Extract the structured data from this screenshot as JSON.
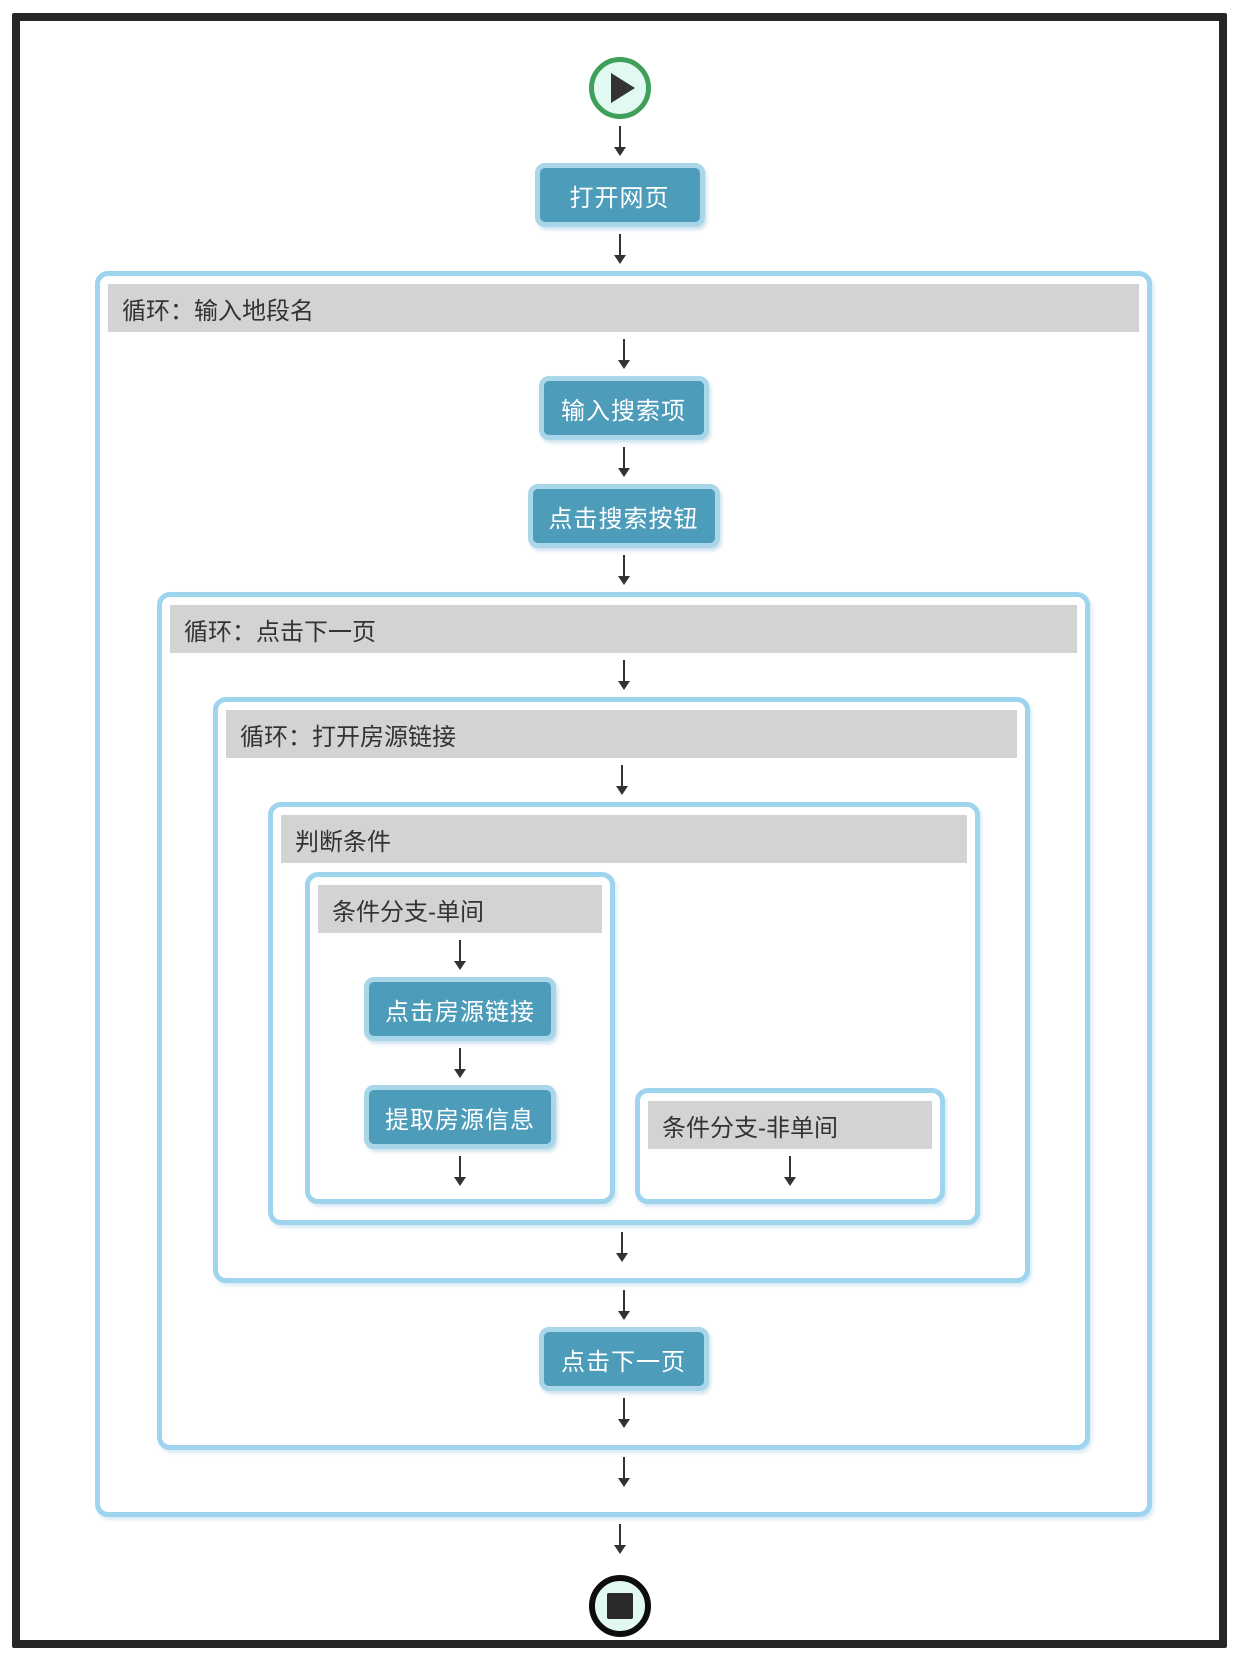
{
  "workflow": {
    "start": {
      "icon": "play-icon"
    },
    "end": {
      "icon": "stop-icon"
    },
    "steps": {
      "open_webpage": "打开网页",
      "enter_search_term": "输入搜索项",
      "click_search_button": "点击搜索按钮",
      "click_listing_link": "点击房源链接",
      "extract_listing_info": "提取房源信息",
      "click_next_page": "点击下一页"
    },
    "loops": {
      "input_district": "循环：输入地段名",
      "click_next_page": "循环：点击下一页",
      "open_listing_links": "循环：打开房源链接"
    },
    "condition": {
      "title": "判断条件",
      "branch_single_room": "条件分支-单间",
      "branch_non_single_room": "条件分支-非单间"
    }
  },
  "colors": {
    "step_fill": "#4d9cba",
    "step_border": "#a9d6e8",
    "loop_border": "#9fd4ee",
    "header_bg": "#d3d3d3",
    "outer_frame": "#262626",
    "start_green": "#3fa05a",
    "terminal_fill": "#e1f8f3",
    "arrow": "#333333"
  }
}
